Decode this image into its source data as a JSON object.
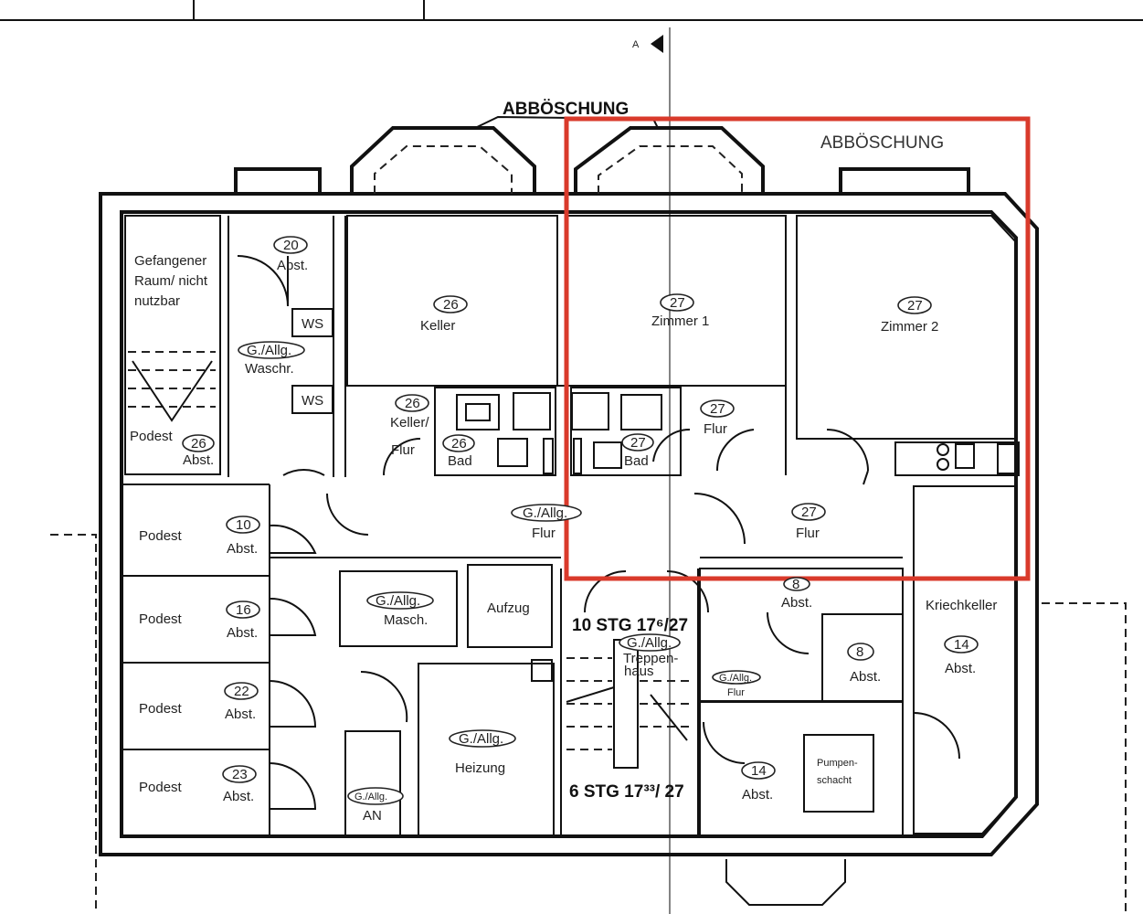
{
  "highlight": {
    "label": "ABBÖSCHUNG",
    "color": "#d93a2b"
  },
  "top_label": "ABBÖSCHUNG",
  "section_marker": "A",
  "rooms": {
    "gefangener": [
      "Gefangener",
      "Raum/ nicht",
      "nutzbar"
    ],
    "r20": {
      "num": "20",
      "name": "Abst."
    },
    "ws1": "WS",
    "ws2": "WS",
    "waschr": {
      "num": "G./Allg.",
      "name": "Waschr."
    },
    "keller": {
      "num": "26",
      "name": "Keller"
    },
    "zimmer1": {
      "num": "27",
      "name": "Zimmer 1"
    },
    "zimmer2": {
      "num": "27",
      "name": "Zimmer 2"
    },
    "kellerflur": {
      "num": "26",
      "name1": "Keller/",
      "name2": "Flur"
    },
    "bad26": {
      "num": "26",
      "name": "Bad"
    },
    "bad27": {
      "num": "27",
      "name": "Bad"
    },
    "flur27a": {
      "num": "27",
      "name": "Flur"
    },
    "podest_top": "Podest",
    "abst26": {
      "num": "26",
      "name": "Abst."
    },
    "flur_allg": {
      "num": "G./Allg.",
      "name": "Flur"
    },
    "flur27b": {
      "num": "27",
      "name": "Flur"
    },
    "podest10": {
      "label": "Podest",
      "num": "10",
      "name": "Abst."
    },
    "podest16": {
      "label": "Podest",
      "num": "16",
      "name": "Abst."
    },
    "podest22": {
      "label": "Podest",
      "num": "22",
      "name": "Abst."
    },
    "podest23": {
      "label": "Podest",
      "num": "23",
      "name": "Abst."
    },
    "masch": {
      "num": "G./Allg.",
      "name": "Masch."
    },
    "aufzug": "Aufzug",
    "stg10": "10 STG 17⁶/27",
    "treppenhaus": {
      "num": "G./Allg.",
      "name1": "Treppen-",
      "name2": "haus"
    },
    "abst8a": {
      "num": "8",
      "name": "Abst."
    },
    "abst8b": {
      "num": "8",
      "name": "Abst."
    },
    "flur_small": {
      "num": "G./Allg.",
      "name": "Flur"
    },
    "kriechkeller": "Kriechkeller",
    "abst14a": {
      "num": "14",
      "name": "Abst."
    },
    "heizung": {
      "num": "G./Allg.",
      "name": "Heizung"
    },
    "an": {
      "num": "G./Allg.",
      "name": "AN"
    },
    "stg6": "6 STG 17³³/ 27",
    "abst14b": {
      "num": "14",
      "name": "Abst."
    },
    "pumpen": [
      "Pumpen-",
      "schacht"
    ]
  }
}
